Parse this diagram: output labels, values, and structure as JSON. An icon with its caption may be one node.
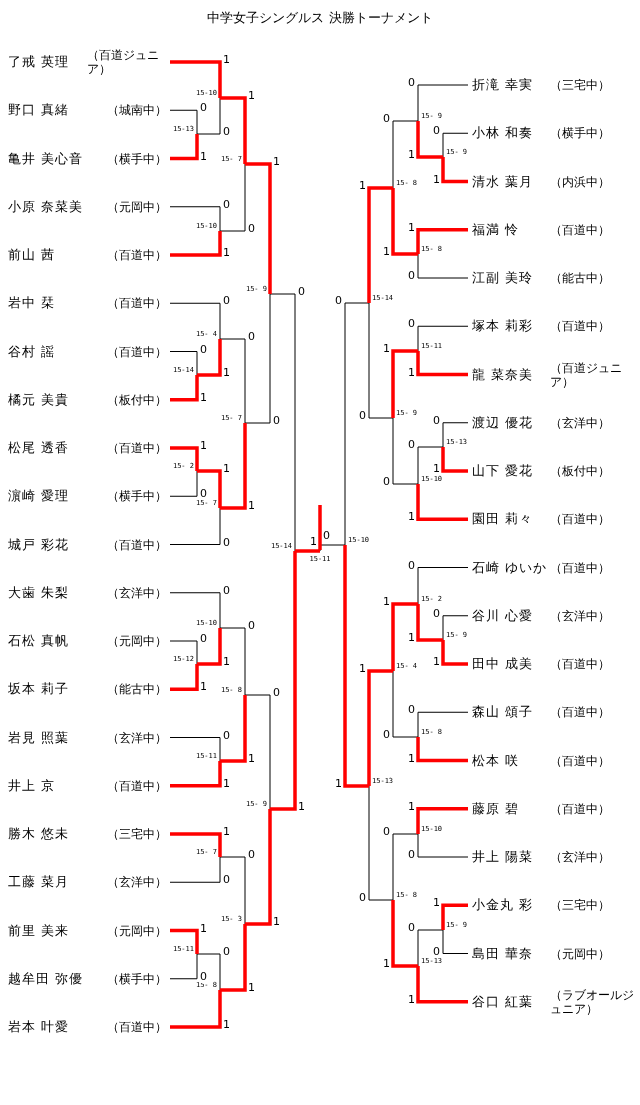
{
  "diagram": {
    "title": "中学女子シングルス 決勝トーナメント",
    "nodes": [
      {
        "text": [
          "了戒 英理",
          "（百道ジュニア）"
        ]
      },
      {
        "text": [
          "野口 真緒",
          "（城南中）"
        ]
      },
      {
        "text": [
          "亀井 美心音",
          "（横手中）"
        ]
      },
      {
        "text": [
          "小原 奈菜美",
          "（元岡中）"
        ]
      },
      {
        "text": [
          "前山 茜",
          "（百道中）"
        ]
      },
      {
        "text": [
          "岩中 栞",
          "（百道中）"
        ]
      },
      {
        "text": [
          "谷村 謡",
          "（百道中）"
        ]
      },
      {
        "text": [
          "橘元 美貴",
          "（板付中）"
        ]
      },
      {
        "text": [
          "松尾 透香",
          "（百道中）"
        ]
      },
      {
        "text": [
          "濵崎 愛理",
          "（横手中）"
        ]
      },
      {
        "text": [
          "城戸 彩花",
          "（百道中）"
        ]
      },
      {
        "text": [
          "大歯 朱梨",
          "（玄洋中）"
        ]
      },
      {
        "text": [
          "石松 真帆",
          "（元岡中）"
        ]
      },
      {
        "text": [
          "坂本 莉子",
          "（能古中）"
        ]
      },
      {
        "text": [
          "岩見 照葉",
          "（玄洋中）"
        ]
      },
      {
        "text": [
          "井上 京",
          "（百道中）"
        ]
      },
      {
        "text": [
          "勝木 悠未",
          "（三宅中）"
        ]
      },
      {
        "text": [
          "工藤 菜月",
          "（玄洋中）"
        ]
      },
      {
        "text": [
          "前里 美来",
          "（元岡中）"
        ]
      },
      {
        "text": [
          "越牟田 弥優",
          "（横手中）"
        ]
      },
      {
        "text": [
          "岩本 叶愛",
          "（百道中）"
        ]
      },
      {
        "text": [
          "折滝 幸実",
          "（三宅中）"
        ]
      },
      {
        "text": [
          "小林 和奏",
          "（横手中）"
        ]
      },
      {
        "text": [
          "清水 葉月",
          "（内浜中）"
        ]
      },
      {
        "text": [
          "福満 怜",
          "（百道中）"
        ]
      },
      {
        "text": [
          "江副 美玲",
          "（能古中）"
        ]
      },
      {
        "text": [
          "塚本 莉彩",
          "（百道中）"
        ]
      },
      {
        "text": [
          "龍 菜奈美",
          "（百道ジュニア）"
        ]
      },
      {
        "text": [
          "渡辺 優花",
          "（玄洋中）"
        ]
      },
      {
        "text": [
          "山下 愛花",
          "（板付中）"
        ]
      },
      {
        "text": [
          "園田 莉々",
          "（百道中）"
        ]
      },
      {
        "text": [
          "石崎 ゆいか",
          "（百道中）"
        ]
      },
      {
        "text": [
          "谷川 心愛",
          "（玄洋中）"
        ]
      },
      {
        "text": [
          "田中 成美",
          "（百道中）"
        ]
      },
      {
        "text": [
          "森山 頌子",
          "（百道中）"
        ]
      },
      {
        "text": [
          "松本 咲",
          "（百道中）"
        ]
      },
      {
        "text": [
          "藤原 碧",
          "（百道中）"
        ]
      },
      {
        "text": [
          "井上 陽菜",
          "（玄洋中）"
        ]
      },
      {
        "text": [
          "小金丸 彩",
          "（三宅中）"
        ]
      },
      {
        "text": [
          "島田 華奈",
          "（元岡中）"
        ]
      },
      {
        "text": [
          "谷口 紅葉",
          "（ラブオールジュニア）"
        ]
      },
      {
        "text": [
          "15-13"
        ]
      },
      {
        "text": [
          "15-10"
        ]
      },
      {
        "text": [
          "15-10"
        ]
      },
      {
        "text": [
          "15- 7"
        ]
      },
      {
        "text": [
          "15-14"
        ]
      },
      {
        "text": [
          "15- 4"
        ]
      },
      {
        "text": [
          "15- 2"
        ]
      },
      {
        "text": [
          "15- 7"
        ]
      },
      {
        "text": [
          "15- 7"
        ]
      },
      {
        "text": [
          "15- 9"
        ]
      },
      {
        "text": [
          "15-12"
        ]
      },
      {
        "text": [
          "15-10"
        ]
      },
      {
        "text": [
          "15-11"
        ]
      },
      {
        "text": [
          "15- 8"
        ]
      },
      {
        "text": [
          "15- 7"
        ]
      },
      {
        "text": [
          "15-11"
        ]
      },
      {
        "text": [
          "15- 8"
        ]
      },
      {
        "text": [
          "15- 3"
        ]
      },
      {
        "text": [
          "15- 9"
        ]
      },
      {
        "text": [
          "15-14"
        ]
      },
      {
        "text": [
          "15- 9"
        ]
      },
      {
        "text": [
          "15- 9"
        ]
      },
      {
        "text": [
          "15- 8"
        ]
      },
      {
        "text": [
          "15- 8"
        ]
      },
      {
        "text": [
          "15-11"
        ]
      },
      {
        "text": [
          "15-13"
        ]
      },
      {
        "text": [
          "15-10"
        ]
      },
      {
        "text": [
          "15- 9"
        ]
      },
      {
        "text": [
          "15-14"
        ]
      },
      {
        "text": [
          "15- 9"
        ]
      },
      {
        "text": [
          "15- 2"
        ]
      },
      {
        "text": [
          "15- 8"
        ]
      },
      {
        "text": [
          "15- 4"
        ]
      },
      {
        "text": [
          "15-10"
        ]
      },
      {
        "text": [
          "15- 9"
        ]
      },
      {
        "text": [
          "15-13"
        ]
      },
      {
        "text": [
          "15- 8"
        ]
      },
      {
        "text": [
          "15-13"
        ]
      },
      {
        "text": [
          "15-10"
        ]
      },
      {
        "text": [
          "15-11"
        ]
      }
    ],
    "edges": [
      {
        "from": 1,
        "to": 41,
        "arrow": "none",
        "label": "0",
        "color": "#000000"
      },
      {
        "from": 2,
        "to": 41,
        "arrow": "none",
        "label": "1",
        "style": "thick",
        "color": "#ff0000"
      },
      {
        "from": 0,
        "to": 42,
        "arrow": "none",
        "label": "1",
        "style": "thick",
        "color": "#ff0000"
      },
      {
        "from": 41,
        "to": 42,
        "arrow": "none",
        "label": "0",
        "color": "#000000"
      },
      {
        "from": 3,
        "to": 43,
        "arrow": "none",
        "label": "0",
        "color": "#000000"
      },
      {
        "from": 4,
        "to": 43,
        "arrow": "none",
        "label": "1",
        "style": "thick",
        "color": "#ff0000"
      },
      {
        "from": 42,
        "to": 44,
        "arrow": "none",
        "label": "1",
        "style": "thick",
        "color": "#ff0000"
      },
      {
        "from": 43,
        "to": 44,
        "arrow": "none",
        "label": "0",
        "color": "#000000"
      },
      {
        "from": 6,
        "to": 45,
        "arrow": "none",
        "label": "0",
        "color": "#000000"
      },
      {
        "from": 7,
        "to": 45,
        "arrow": "none",
        "label": "1",
        "style": "thick",
        "color": "#ff0000"
      },
      {
        "from": 5,
        "to": 46,
        "arrow": "none",
        "label": "0",
        "color": "#000000"
      },
      {
        "from": 45,
        "to": 46,
        "arrow": "none",
        "label": "1",
        "style": "thick",
        "color": "#ff0000"
      },
      {
        "from": 8,
        "to": 47,
        "arrow": "none",
        "label": "1",
        "style": "thick",
        "color": "#ff0000"
      },
      {
        "from": 9,
        "to": 47,
        "arrow": "none",
        "label": "0",
        "color": "#000000"
      },
      {
        "from": 47,
        "to": 48,
        "arrow": "none",
        "label": "1",
        "style": "thick",
        "color": "#ff0000"
      },
      {
        "from": 10,
        "to": 48,
        "arrow": "none",
        "label": "0",
        "color": "#000000"
      },
      {
        "from": 46,
        "to": 49,
        "arrow": "none",
        "label": "0",
        "color": "#000000"
      },
      {
        "from": 48,
        "to": 49,
        "arrow": "none",
        "label": "1",
        "style": "thick",
        "color": "#ff0000"
      },
      {
        "from": 44,
        "to": 50,
        "arrow": "none",
        "label": "1",
        "style": "thick",
        "color": "#ff0000"
      },
      {
        "from": 49,
        "to": 50,
        "arrow": "none",
        "label": "0",
        "color": "#000000"
      },
      {
        "from": 12,
        "to": 51,
        "arrow": "none",
        "label": "0",
        "color": "#000000"
      },
      {
        "from": 13,
        "to": 51,
        "arrow": "none",
        "label": "1",
        "style": "thick",
        "color": "#ff0000"
      },
      {
        "from": 11,
        "to": 52,
        "arrow": "none",
        "label": "0",
        "color": "#000000"
      },
      {
        "from": 51,
        "to": 52,
        "arrow": "none",
        "label": "1",
        "style": "thick",
        "color": "#ff0000"
      },
      {
        "from": 14,
        "to": 53,
        "arrow": "none",
        "label": "0",
        "color": "#000000"
      },
      {
        "from": 15,
        "to": 53,
        "arrow": "none",
        "label": "1",
        "style": "thick",
        "color": "#ff0000"
      },
      {
        "from": 52,
        "to": 54,
        "arrow": "none",
        "label": "0",
        "color": "#000000"
      },
      {
        "from": 53,
        "to": 54,
        "arrow": "none",
        "label": "1",
        "style": "thick",
        "color": "#ff0000"
      },
      {
        "from": 16,
        "to": 55,
        "arrow": "none",
        "label": "1",
        "style": "thick",
        "color": "#ff0000"
      },
      {
        "from": 17,
        "to": 55,
        "arrow": "none",
        "label": "0",
        "color": "#000000"
      },
      {
        "from": 18,
        "to": 56,
        "arrow": "none",
        "label": "1",
        "style": "thick",
        "color": "#ff0000"
      },
      {
        "from": 19,
        "to": 56,
        "arrow": "none",
        "label": "0",
        "color": "#000000"
      },
      {
        "from": 56,
        "to": 57,
        "arrow": "none",
        "label": "0",
        "color": "#000000"
      },
      {
        "from": 20,
        "to": 57,
        "arrow": "none",
        "label": "1",
        "style": "thick",
        "color": "#ff0000"
      },
      {
        "from": 55,
        "to": 58,
        "arrow": "none",
        "label": "0",
        "color": "#000000"
      },
      {
        "from": 57,
        "to": 58,
        "arrow": "none",
        "label": "1",
        "style": "thick",
        "color": "#ff0000"
      },
      {
        "from": 54,
        "to": 59,
        "arrow": "none",
        "label": "0",
        "color": "#000000"
      },
      {
        "from": 58,
        "to": 59,
        "arrow": "none",
        "label": "1",
        "style": "thick",
        "color": "#ff0000"
      },
      {
        "from": 50,
        "to": 60,
        "arrow": "none",
        "label": "0",
        "color": "#000000"
      },
      {
        "from": 59,
        "to": 60,
        "arrow": "none",
        "label": "1",
        "style": "thick",
        "color": "#ff0000"
      },
      {
        "from": 22,
        "to": 61,
        "arrow": "none",
        "label": "0",
        "color": "#000000"
      },
      {
        "from": 23,
        "to": 61,
        "arrow": "none",
        "label": "1",
        "style": "thick",
        "color": "#ff0000"
      },
      {
        "from": 21,
        "to": 62,
        "arrow": "none",
        "label": "0",
        "color": "#000000"
      },
      {
        "from": 61,
        "to": 62,
        "arrow": "none",
        "label": "1",
        "style": "thick",
        "color": "#ff0000"
      },
      {
        "from": 24,
        "to": 63,
        "arrow": "none",
        "label": "1",
        "style": "thick",
        "color": "#ff0000"
      },
      {
        "from": 25,
        "to": 63,
        "arrow": "none",
        "label": "0",
        "color": "#000000"
      },
      {
        "from": 62,
        "to": 64,
        "arrow": "none",
        "label": "0",
        "color": "#000000"
      },
      {
        "from": 63,
        "to": 64,
        "arrow": "none",
        "label": "1",
        "style": "thick",
        "color": "#ff0000"
      },
      {
        "from": 26,
        "to": 65,
        "arrow": "none",
        "label": "0",
        "color": "#000000"
      },
      {
        "from": 27,
        "to": 65,
        "arrow": "none",
        "label": "1",
        "style": "thick",
        "color": "#ff0000"
      },
      {
        "from": 28,
        "to": 66,
        "arrow": "none",
        "label": "0",
        "color": "#000000"
      },
      {
        "from": 29,
        "to": 66,
        "arrow": "none",
        "label": "1",
        "style": "thick",
        "color": "#ff0000"
      },
      {
        "from": 66,
        "to": 67,
        "arrow": "none",
        "label": "0",
        "color": "#000000"
      },
      {
        "from": 30,
        "to": 67,
        "arrow": "none",
        "label": "1",
        "style": "thick",
        "color": "#ff0000"
      },
      {
        "from": 65,
        "to": 68,
        "arrow": "none",
        "label": "1",
        "style": "thick",
        "color": "#ff0000"
      },
      {
        "from": 67,
        "to": 68,
        "arrow": "none",
        "label": "0",
        "color": "#000000"
      },
      {
        "from": 64,
        "to": 69,
        "arrow": "none",
        "label": "1",
        "style": "thick",
        "color": "#ff0000"
      },
      {
        "from": 68,
        "to": 69,
        "arrow": "none",
        "label": "0",
        "color": "#000000"
      },
      {
        "from": 32,
        "to": 70,
        "arrow": "none",
        "label": "0",
        "color": "#000000"
      },
      {
        "from": 33,
        "to": 70,
        "arrow": "none",
        "label": "1",
        "style": "thick",
        "color": "#ff0000"
      },
      {
        "from": 31,
        "to": 71,
        "arrow": "none",
        "label": "0",
        "color": "#000000"
      },
      {
        "from": 70,
        "to": 71,
        "arrow": "none",
        "label": "1",
        "style": "thick",
        "color": "#ff0000"
      },
      {
        "from": 34,
        "to": 72,
        "arrow": "none",
        "label": "0",
        "color": "#000000"
      },
      {
        "from": 35,
        "to": 72,
        "arrow": "none",
        "label": "1",
        "style": "thick",
        "color": "#ff0000"
      },
      {
        "from": 71,
        "to": 73,
        "arrow": "none",
        "label": "1",
        "style": "thick",
        "color": "#ff0000"
      },
      {
        "from": 72,
        "to": 73,
        "arrow": "none",
        "label": "0",
        "color": "#000000"
      },
      {
        "from": 36,
        "to": 74,
        "arrow": "none",
        "label": "1",
        "style": "thick",
        "color": "#ff0000"
      },
      {
        "from": 37,
        "to": 74,
        "arrow": "none",
        "label": "0",
        "color": "#000000"
      },
      {
        "from": 38,
        "to": 75,
        "arrow": "none",
        "label": "1",
        "style": "thick",
        "color": "#ff0000"
      },
      {
        "from": 39,
        "to": 75,
        "arrow": "none",
        "label": "0",
        "color": "#000000"
      },
      {
        "from": 75,
        "to": 76,
        "arrow": "none",
        "label": "0",
        "color": "#000000"
      },
      {
        "from": 40,
        "to": 76,
        "arrow": "none",
        "label": "1",
        "style": "thick",
        "color": "#ff0000"
      },
      {
        "from": 74,
        "to": 77,
        "arrow": "none",
        "label": "0",
        "color": "#000000"
      },
      {
        "from": 76,
        "to": 77,
        "arrow": "none",
        "label": "1",
        "style": "thick",
        "color": "#ff0000"
      },
      {
        "from": 73,
        "to": 78,
        "arrow": "none",
        "label": "1",
        "style": "thick",
        "color": "#ff0000"
      },
      {
        "from": 77,
        "to": 78,
        "arrow": "none",
        "label": "0",
        "color": "#000000"
      },
      {
        "from": 69,
        "to": 79,
        "arrow": "none",
        "label": "0",
        "color": "#000000"
      },
      {
        "from": 78,
        "to": 79,
        "arrow": "none",
        "label": "1",
        "style": "thick",
        "color": "#ff0000"
      },
      {
        "from": 60,
        "to": 80,
        "arrow": "none",
        "label": "1",
        "style": "thick",
        "color": "#ff0000"
      },
      {
        "from": 79,
        "to": 80,
        "arrow": "none",
        "label": "0",
        "color": "#000000"
      }
    ]
  }
}
